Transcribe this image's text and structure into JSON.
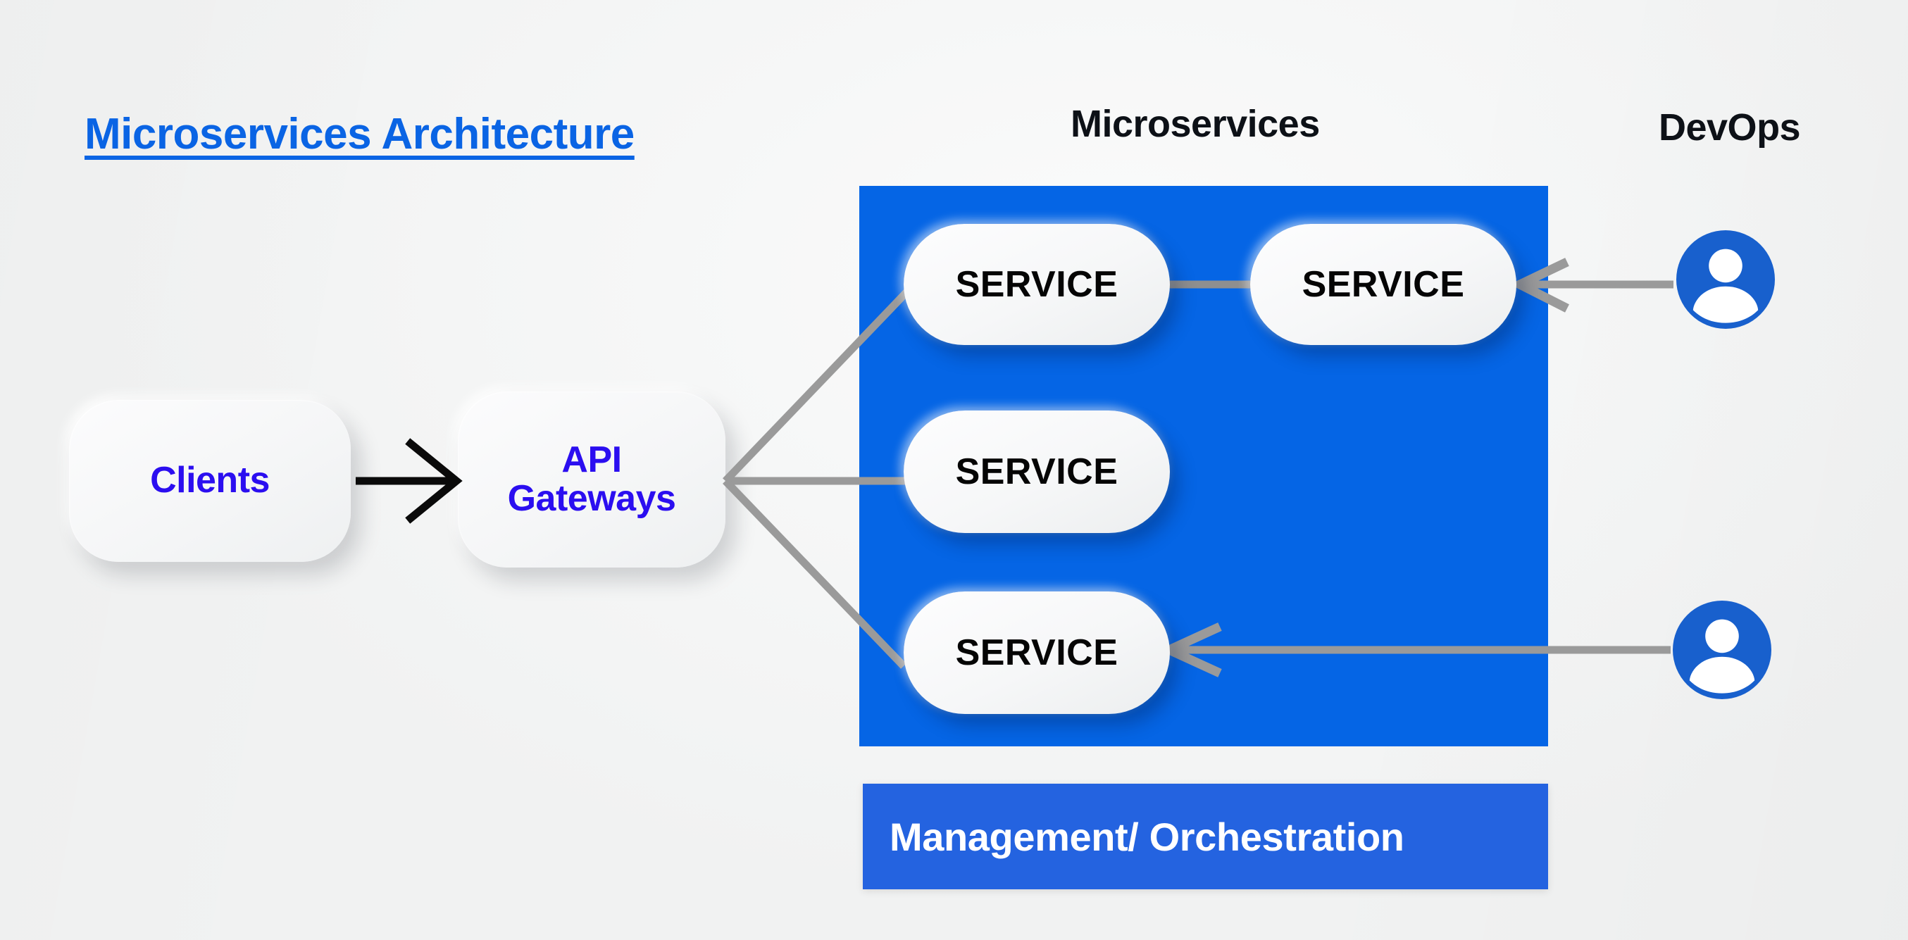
{
  "page": {
    "title": "Microservices Architecture",
    "background_color": "#f3f4f4"
  },
  "colors": {
    "title_blue": "#0a64e4",
    "node_text_blue": "#2b0ef0",
    "panel_blue": "#0565e5",
    "orchestration_blue": "#2463e0",
    "connector_gray": "#9a9a9a",
    "arrow_black": "#0a0a0a",
    "card_white": "#f6f7f8"
  },
  "labels": {
    "microservices": "Microservices",
    "devops": "DevOps"
  },
  "nodes": {
    "clients": "Clients",
    "api_gateways": "API\nGateways"
  },
  "services": [
    {
      "id": "service-1",
      "label": "SERVICE"
    },
    {
      "id": "service-2",
      "label": "SERVICE"
    },
    {
      "id": "service-3",
      "label": "SERVICE"
    },
    {
      "id": "service-4",
      "label": "SERVICE"
    }
  ],
  "orchestration": {
    "label": "Management/ Orchestration"
  },
  "avatars": [
    {
      "id": "devops-user-top",
      "icon": "user-avatar-icon"
    },
    {
      "id": "devops-user-bottom",
      "icon": "user-avatar-icon"
    }
  ],
  "connections": [
    {
      "from": "clients",
      "to": "api-gateways",
      "style": "black-arrow"
    },
    {
      "from": "api-gateways",
      "to": "service-1",
      "style": "gray-line"
    },
    {
      "from": "api-gateways",
      "to": "service-3",
      "style": "gray-line"
    },
    {
      "from": "api-gateways",
      "to": "service-4",
      "style": "gray-line"
    },
    {
      "from": "service-1",
      "to": "service-2",
      "style": "gray-line"
    },
    {
      "from": "devops-user-top",
      "to": "service-2",
      "style": "gray-arrow"
    },
    {
      "from": "devops-user-bottom",
      "to": "service-4",
      "style": "gray-arrow"
    }
  ]
}
